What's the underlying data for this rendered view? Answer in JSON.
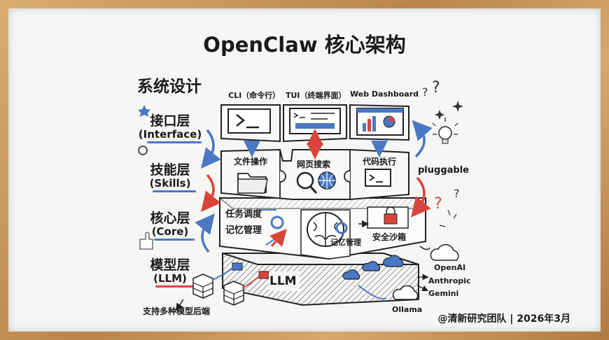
{
  "title": "OpenClaw 核心架构",
  "section_title": "系统设计",
  "layers": [
    {
      "name": "接口层",
      "sub": "(Interface)",
      "color": "#4a78c4"
    },
    {
      "name": "技能层",
      "sub": "(Skills)",
      "color": "#4a78c4"
    },
    {
      "name": "核心层",
      "sub": "(Core)",
      "color": "#4a78c4"
    },
    {
      "name": "模型层",
      "sub": "(LLM)",
      "color": "#d9453a"
    }
  ],
  "interfaces": [
    "CLI（命令行）",
    "TUI（终端界面）",
    "Web Dashboard"
  ],
  "skills": [
    "文件操作",
    "网页搜索",
    "代码执行"
  ],
  "core": {
    "left_top": "任务调度",
    "left_bottom": "记忆管理",
    "mid": "记忆管理",
    "right": "安全沙箱"
  },
  "pluggable": "pluggable",
  "llm_label": "LLM",
  "backends_note": "支持多种模型后端",
  "providers": [
    "OpenAI",
    "Anthropic",
    "Gemini",
    "Ollama"
  ],
  "footer": "@清新研究团队 | 2026年3月",
  "icons": [
    "terminal-icon",
    "tui-window-icon",
    "dashboard-chart-icon",
    "folder-icon",
    "magnifier-icon",
    "globe-icon",
    "brain-icon",
    "gear-icon",
    "lock-icon",
    "server-icon",
    "cloud-icon",
    "lightbulb-icon",
    "star-icon",
    "thumbs-up-icon"
  ]
}
